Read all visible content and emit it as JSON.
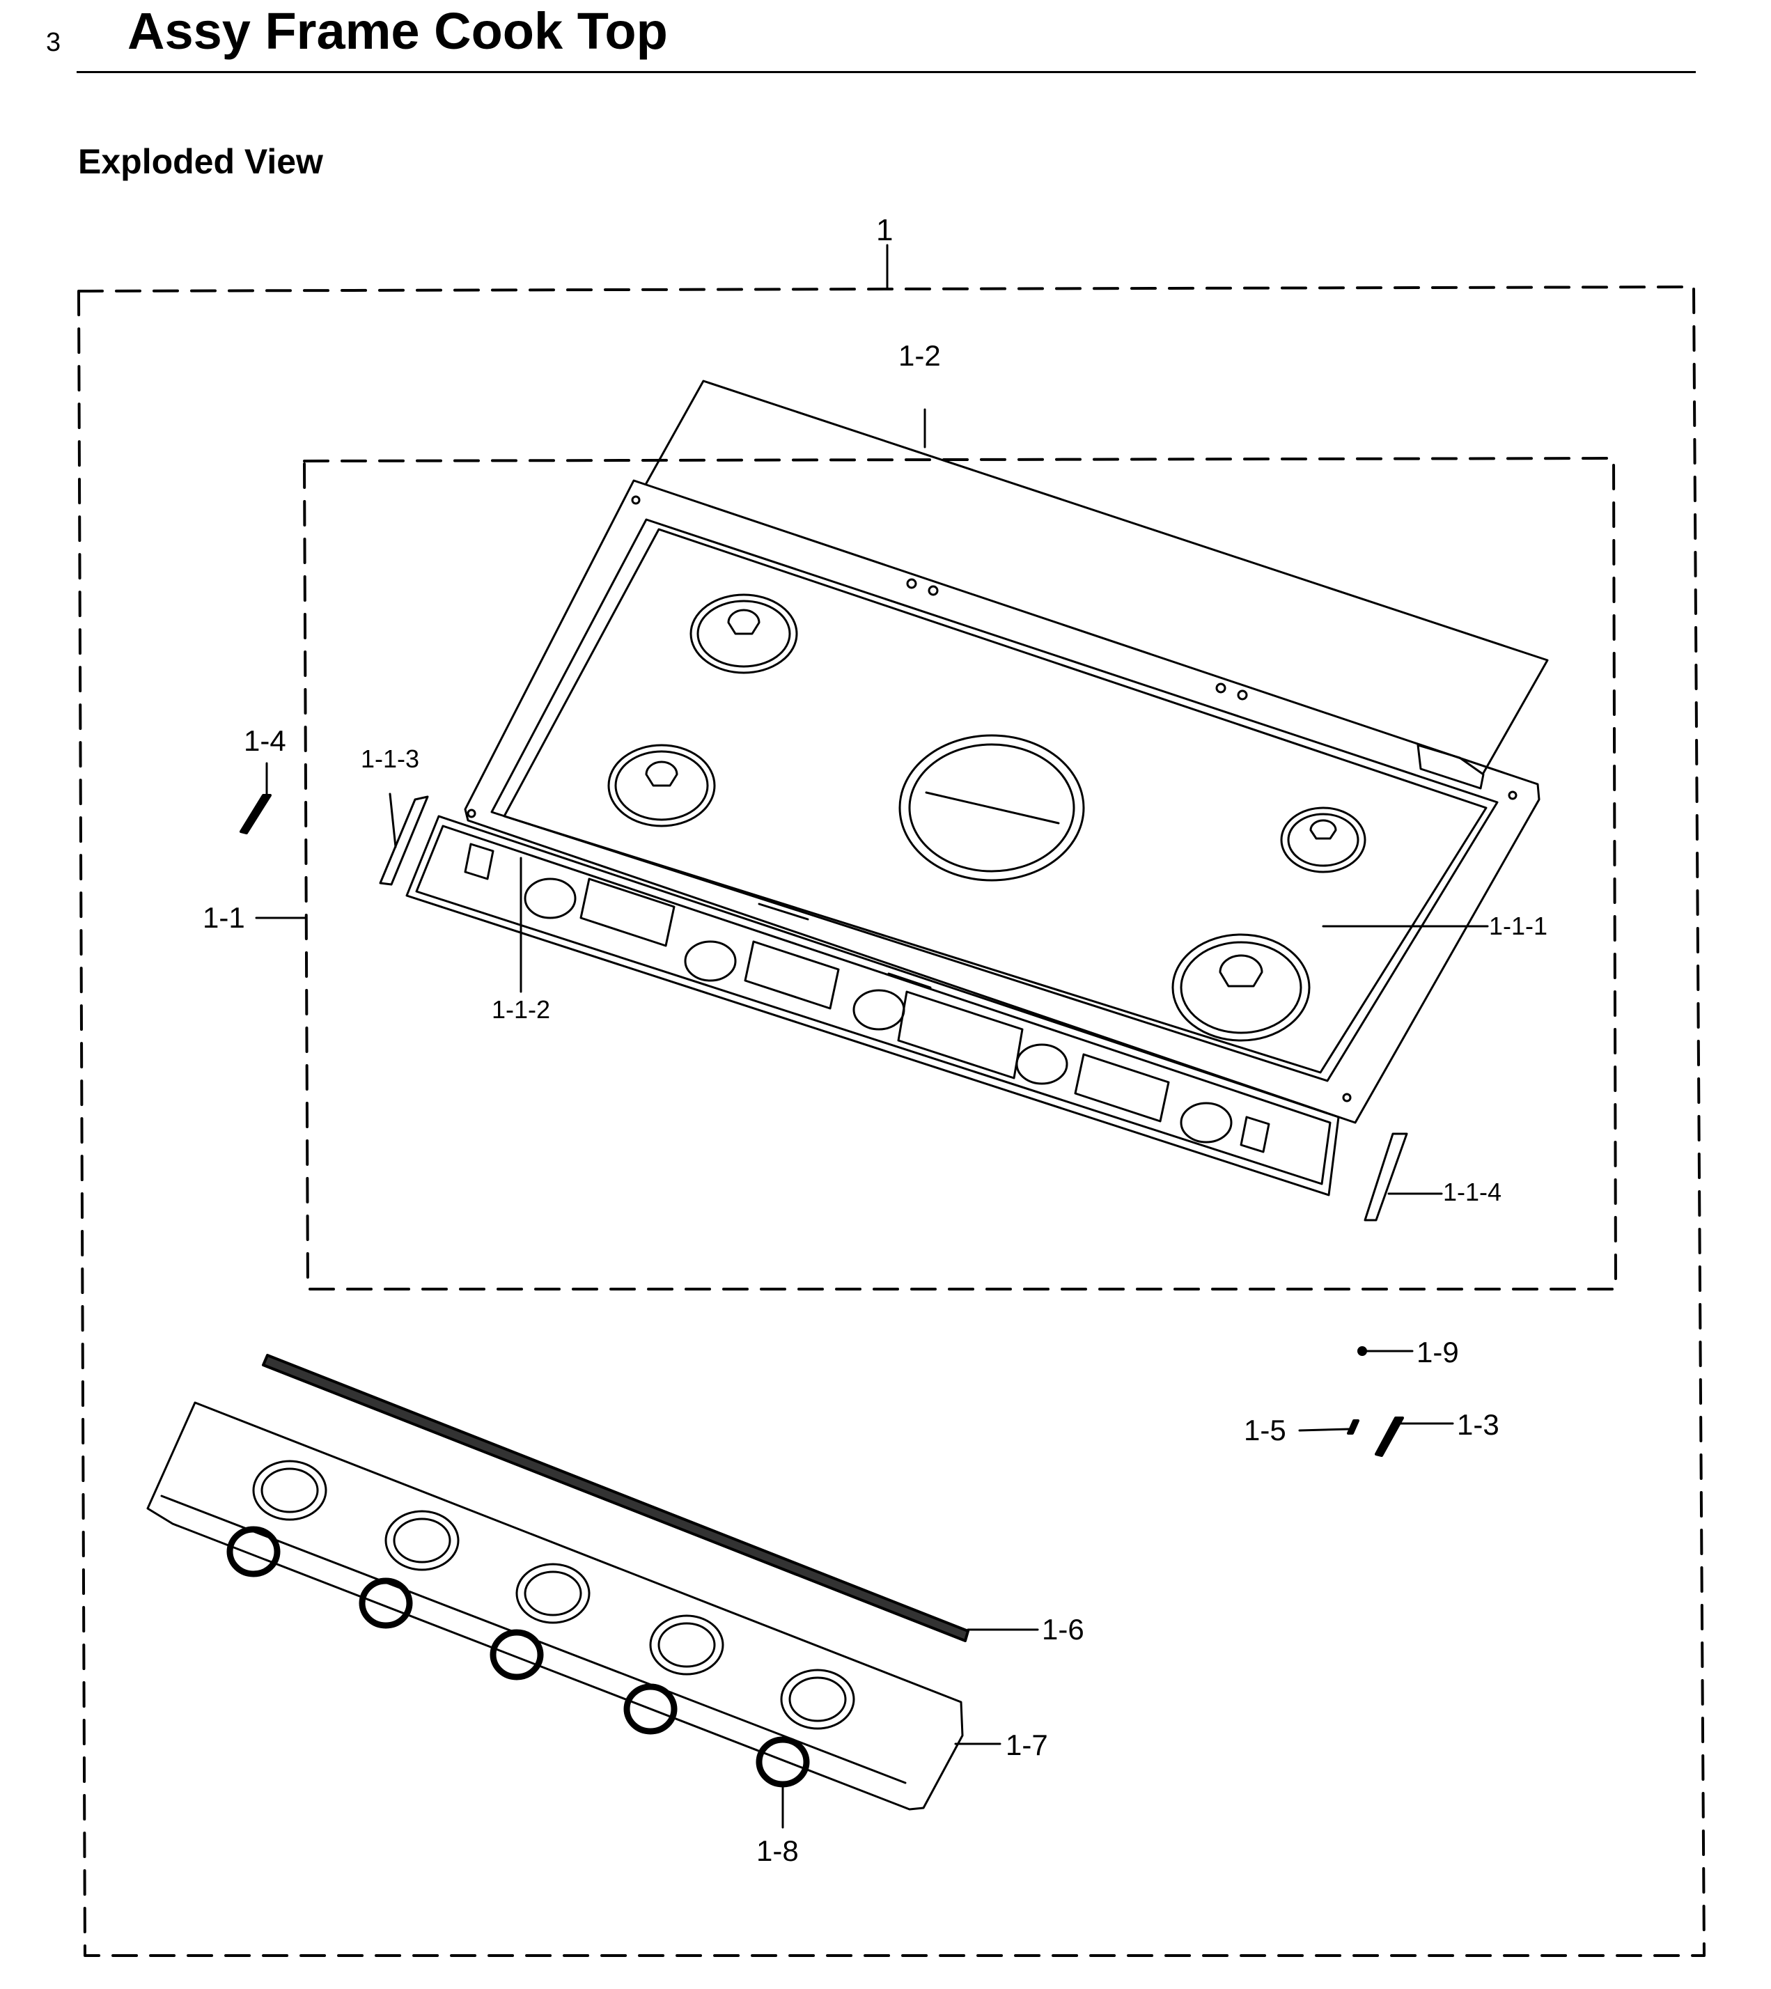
{
  "header": {
    "section_number": "3",
    "title": "Assy Frame Cook Top"
  },
  "subheading": "Exploded View",
  "callouts": {
    "assembly": "1",
    "part_1_1": "1-1",
    "part_1_1_1": "1-1-1",
    "part_1_1_2": "1-1-2",
    "part_1_1_3": "1-1-3",
    "part_1_1_4": "1-1-4",
    "part_1_2": "1-2",
    "part_1_3": "1-3",
    "part_1_4": "1-4",
    "part_1_5": "1-5",
    "part_1_6": "1-6",
    "part_1_7": "1-7",
    "part_1_8": "1-8",
    "part_1_9": "1-9"
  }
}
